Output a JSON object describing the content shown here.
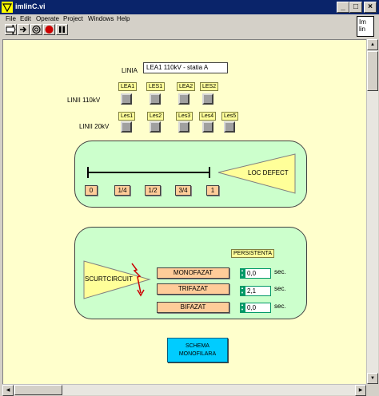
{
  "window": {
    "title": "imlinC.vi"
  },
  "menu": [
    "File",
    "Edit",
    "Operate",
    "Project",
    "Windows",
    "Help"
  ],
  "vi_icon": {
    "line1": "Im",
    "line2": "lin"
  },
  "toolbar": [
    {
      "name": "run-arrow-icon"
    },
    {
      "name": "run-continuously-icon"
    },
    {
      "name": "abort-stop-icon"
    },
    {
      "name": "pause-icon"
    }
  ],
  "linia": {
    "label": "LINIA",
    "value": "LEA1 110kV - statia A"
  },
  "linii110": {
    "label": "LINII 110kV",
    "items": [
      "LEA1",
      "LES1",
      "LEA2",
      "LES2"
    ]
  },
  "linii20": {
    "label": "LINII 20kV",
    "items": [
      "Les1",
      "Les2",
      "Les3",
      "Les4",
      "Les5"
    ]
  },
  "loc_defect": {
    "label": "LOC DEFECT",
    "positions": [
      "0",
      "1/4",
      "1/2",
      "3/4",
      "1"
    ]
  },
  "scurtcircuit": {
    "label": "SCURTCIRCUIT",
    "persistenta_label": "PERSISTENTA",
    "unit": "sec.",
    "types": [
      {
        "label": "MONOFAZAT",
        "value": "0,0"
      },
      {
        "label": "TRIFAZAT",
        "value": "2,1"
      },
      {
        "label": "BIFAZAT",
        "value": "0,0"
      }
    ]
  },
  "schema_button": {
    "line1": "SCHEMA",
    "line2": "MONOFILARA"
  },
  "colors": {
    "panel_bg": "#ffffcc",
    "section_bg": "#ccffcc",
    "button_orange": "#ffcc99",
    "button_cyan": "#00ccff",
    "triangle": "#ffff99",
    "fault_arrow": "#cc0000"
  }
}
